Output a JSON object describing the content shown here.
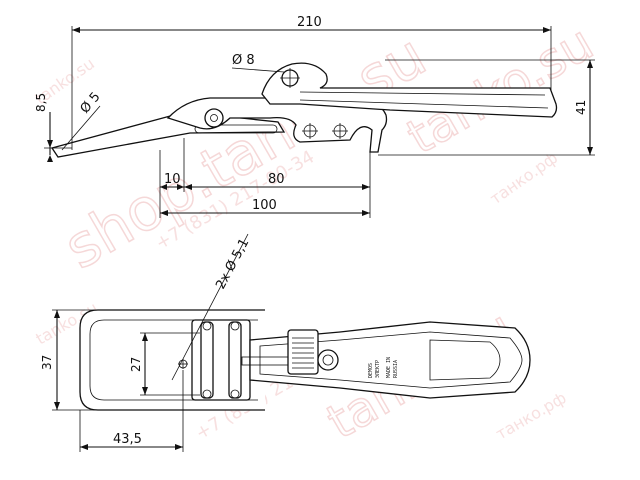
{
  "dimensions": {
    "top_view": {
      "overall_length": "210",
      "height_right": "41",
      "height_left": "8,5",
      "hole_diameter_8": "Ø 8",
      "hole_diameter_5": "Ø 5",
      "offset_10": "10",
      "spacing_80": "80",
      "spacing_100": "100"
    },
    "plan_view": {
      "holes": "2x Ø 5,1",
      "width_37": "37",
      "width_27": "27",
      "length_43_5": "43,5"
    }
  },
  "stamp_lines": [
    "DEMOS",
    "ЭЛЕКТР",
    "MADE IN",
    "RUSSIA"
  ],
  "watermarks": {
    "domain_a": "tanko.su",
    "domain_b": "танко.рф",
    "domain_c": "shop.tanko.su",
    "phone": "+7 (831) 217-00-34"
  },
  "colors": {
    "line": "#111111",
    "watermark": "#f2c8c8"
  }
}
